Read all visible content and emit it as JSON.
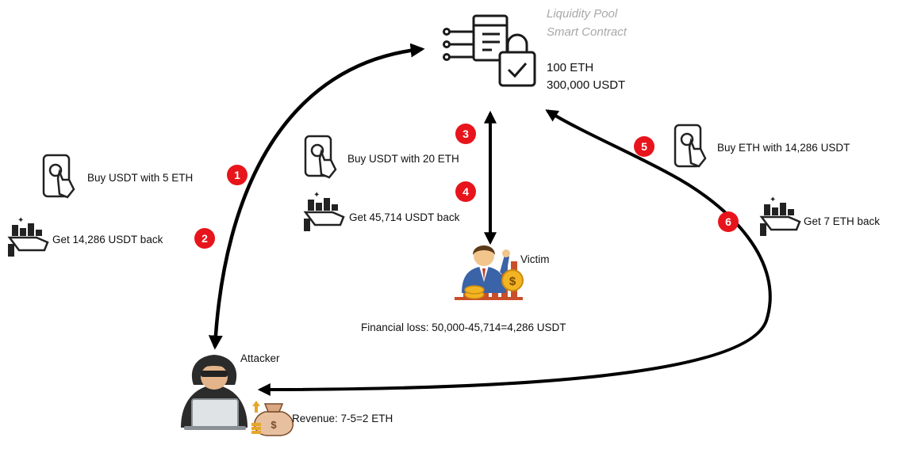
{
  "colors": {
    "badge": "#e8141b",
    "arrow": "#000000",
    "pool_title": "#a8a8a8",
    "text": "#111111"
  },
  "pool": {
    "title_line1": "Liquidity Pool",
    "title_line2": "Smart Contract",
    "balance_eth": "100 ETH",
    "balance_usdt": "300,000 USDT",
    "icon": "smart-contract-lock-icon"
  },
  "attacker": {
    "label": "Attacker",
    "revenue": "Revenue: 7-5=2 ETH",
    "icon": "hacker-laptop-icon",
    "revenue_icon": "money-bag-icon"
  },
  "victim": {
    "label": "Victim",
    "loss": "Financial loss: 50,000-45,714=4,286 USDT",
    "icon": "investor-icon"
  },
  "steps": [
    {
      "number": "1",
      "text": "Buy USDT with 5 ETH",
      "icon": "phone-tap-icon"
    },
    {
      "number": "2",
      "text": "Get 14,286 USDT back",
      "icon": "hand-money-icon"
    },
    {
      "number": "3",
      "text": "Buy USDT with 20 ETH",
      "icon": "phone-tap-icon"
    },
    {
      "number": "4",
      "text": "Get 45,714 USDT back",
      "icon": "hand-money-icon"
    },
    {
      "number": "5",
      "text": "Buy ETH with 14,286 USDT",
      "icon": "phone-tap-icon"
    },
    {
      "number": "6",
      "text": "Get 7 ETH back",
      "icon": "hand-money-icon"
    }
  ]
}
